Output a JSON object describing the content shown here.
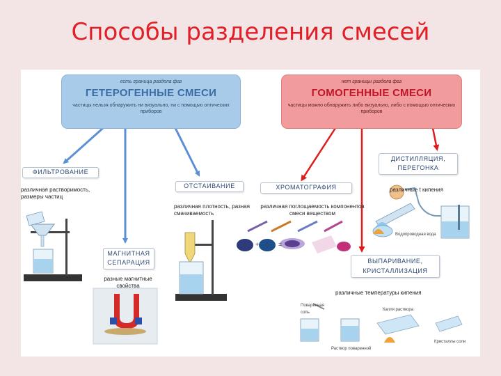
{
  "title": "Способы разделения смесей",
  "heterogeneous": {
    "hint": "есть граница раздела фаз",
    "heading": "ГЕТЕРОГЕННЫЕ СМЕСИ",
    "description": "частицы нельзя обнаружить ни визуально, ни с помощью оптических приборов"
  },
  "homogeneous": {
    "hint": "нет границы раздела фаз",
    "heading": "ГОМОГЕННЫЕ СМЕСИ",
    "description": "частицы можно обнаружить либо визуально, либо с помощью оптических приборов"
  },
  "methods": {
    "filtration": {
      "label": "ФИЛЬТРОВАНИЕ",
      "property": "различная растворимость, размеры частиц"
    },
    "magnetic": {
      "label": "МАГНИТНАЯ СЕПАРАЦИЯ",
      "property": "разные магнитные свойства"
    },
    "settling": {
      "label": "ОТСТАИВАНИЕ",
      "property": "различная плотность, разная смачиваемость"
    },
    "chromatography": {
      "label": "ХРОМАТОГРАФИЯ",
      "property": "различная поглощаемость компонентов смеси веществом"
    },
    "distillation": {
      "label": "ДИСТИЛЛЯЦИЯ, ПЕРЕГОНКА",
      "property": "различные t кипения",
      "caption": "Водопроводная вода"
    },
    "evaporation": {
      "label": "ВЫПАРИВАНИЕ, КРИСТАЛЛИЗАЦИЯ",
      "property": "различные температуры кипения"
    }
  },
  "small_labels": {
    "salt_solution_drop": "Капля раствора",
    "table_salt": "Поваренная соль",
    "filtrate": "Раствор поваренной",
    "salt_crystals": "Кристаллы соли"
  },
  "colors": {
    "title": "#e21f26",
    "hetero_arrow": "#5b8fd6",
    "homo_arrow": "#e01b1b"
  }
}
